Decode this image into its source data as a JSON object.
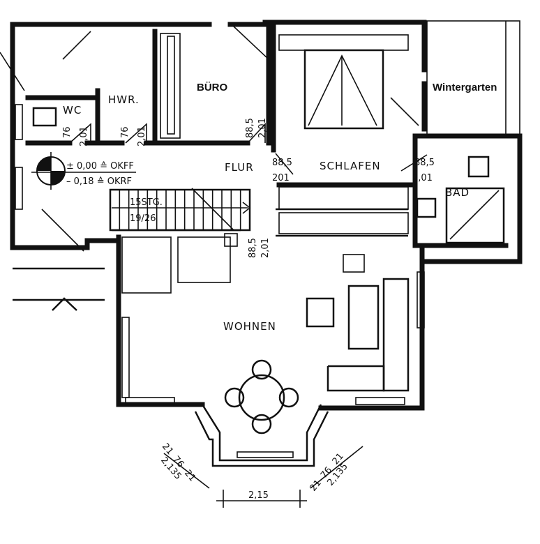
{
  "rooms": {
    "buero": "BÜRO",
    "hwr": "HWR.",
    "wc": "WC",
    "flur": "FLUR",
    "schlafen": "SCHLAFEN",
    "bad": "BAD",
    "wintergarten": "Wintergarten",
    "wohnen": "WOHNEN"
  },
  "levels": {
    "okff": "± 0,00 ≙ OKFF",
    "okrf": "– 0,18 ≙ OKRF"
  },
  "stairs": {
    "steps": "15STG.",
    "ratio": "19/26"
  },
  "doors": {
    "wc": {
      "width": "76",
      "height": "2,01"
    },
    "hwr": {
      "width": "76",
      "height": "2,01"
    },
    "buero": {
      "width": "88,5",
      "height": "2,01"
    },
    "schlafen": {
      "width": "88,5",
      "height": "201"
    },
    "bad": {
      "width": "88,5",
      "height": "2,01"
    },
    "wohnen": {
      "width": "88,5",
      "height": "2,01"
    }
  },
  "dimensions": {
    "bay_width": "2,15",
    "bay_left": [
      "21",
      "76",
      "21",
      "2,135"
    ],
    "bay_right": [
      "21",
      "76",
      "21",
      "2,135"
    ]
  }
}
